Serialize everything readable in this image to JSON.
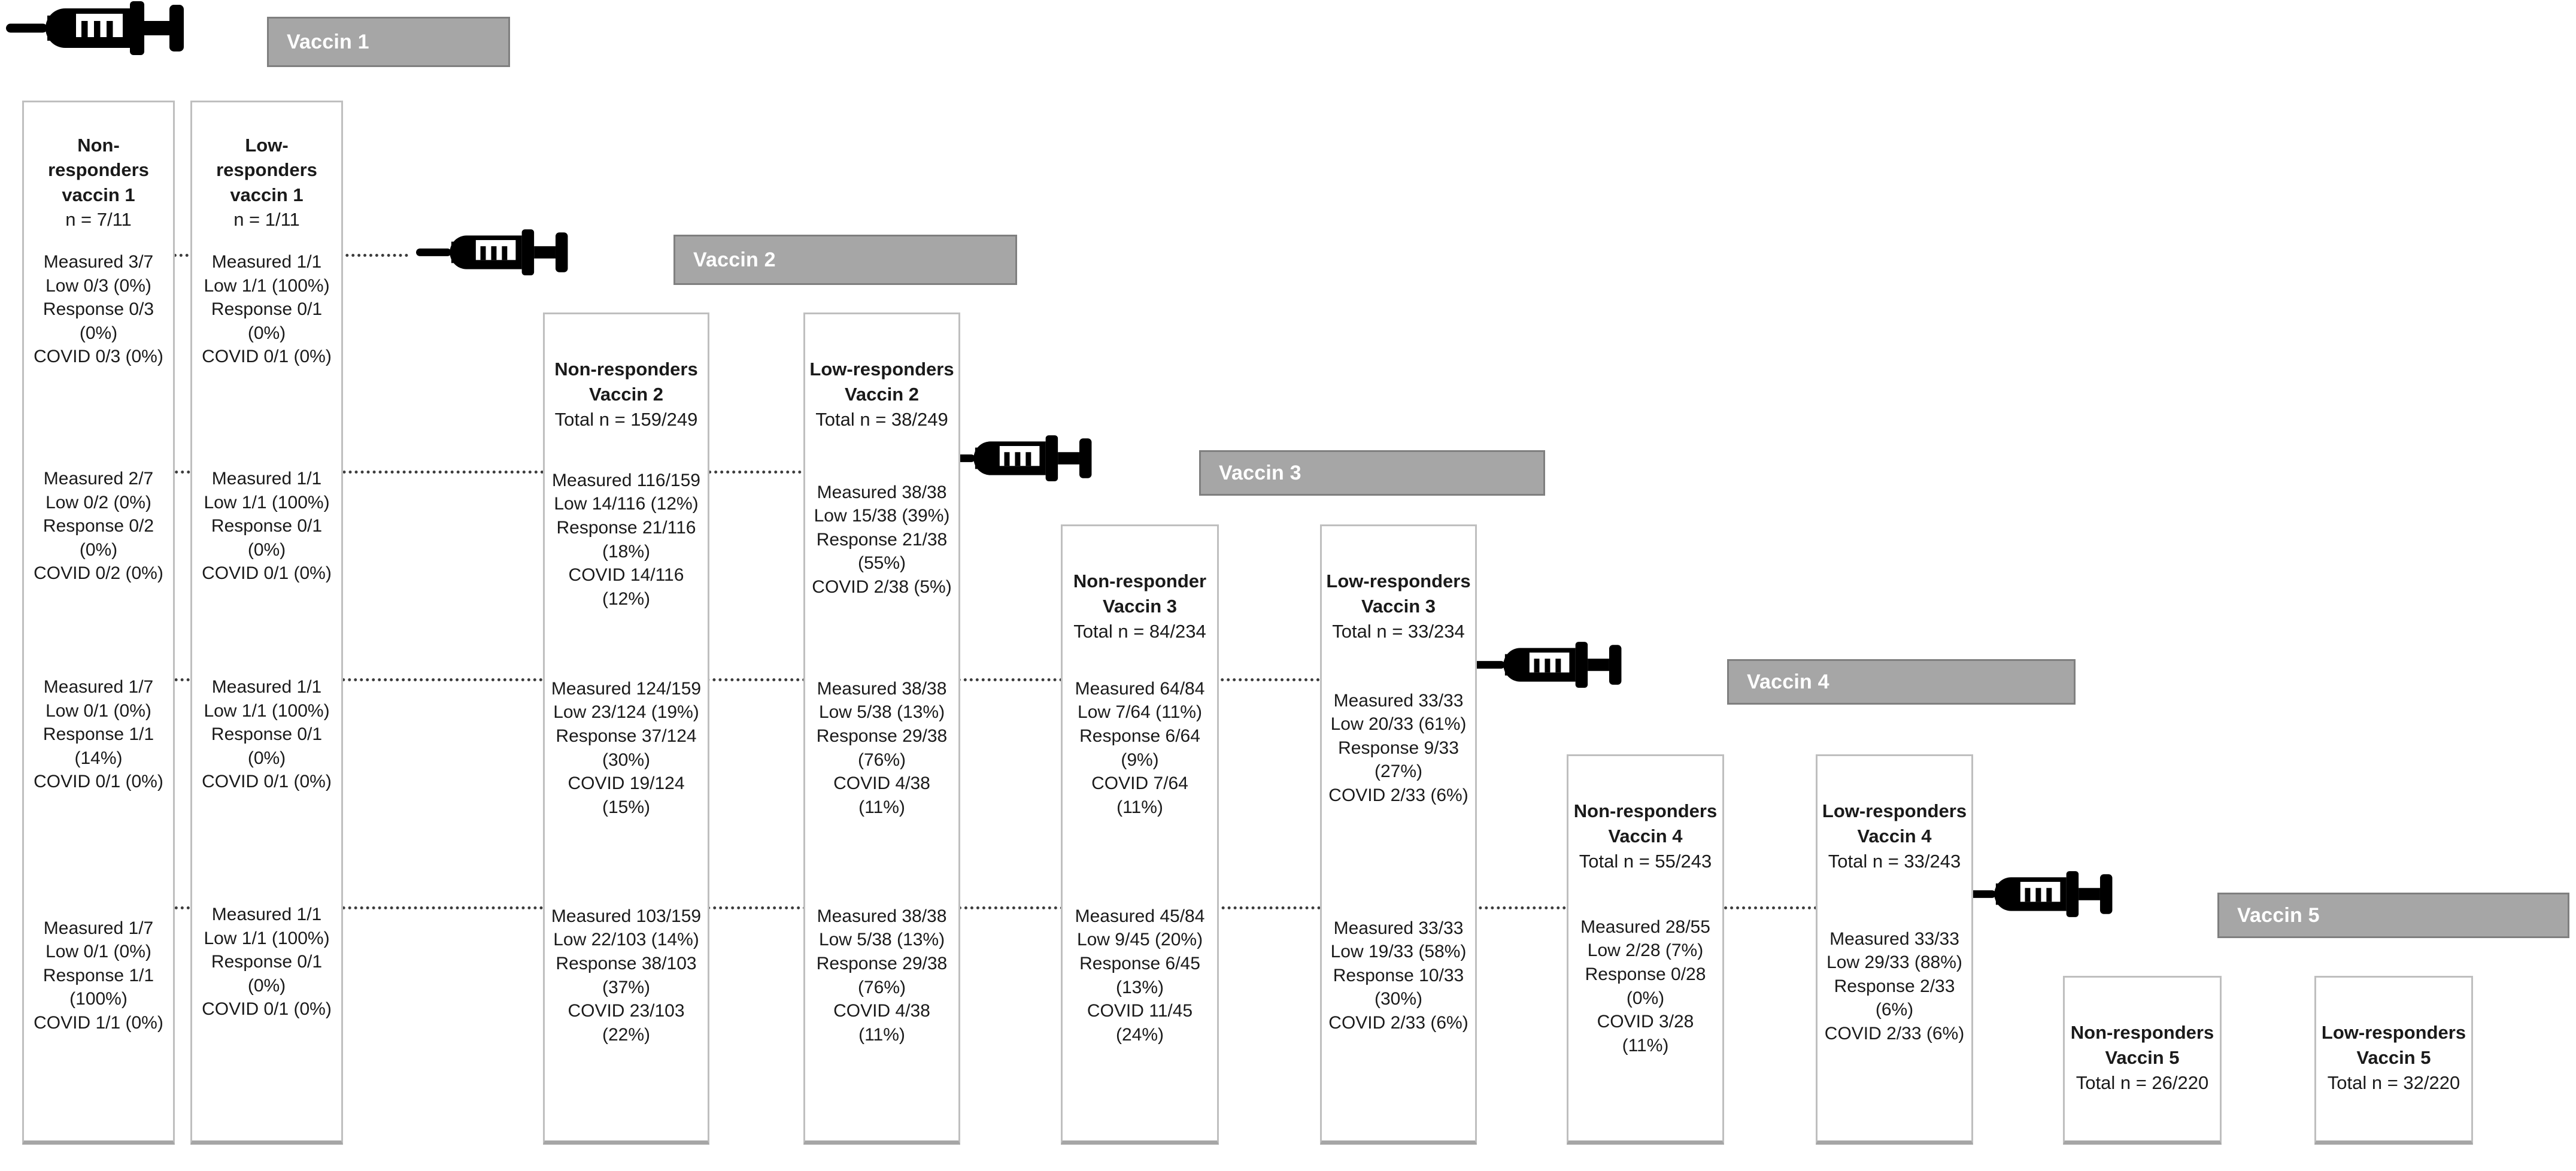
{
  "figure": {
    "type": "flow-diagram",
    "description": "Vaccination response flow diagram across five vaccine doses"
  },
  "colors": {
    "banner_fill": "#a6a6a6",
    "banner_border": "#7f7f7f",
    "banner_text": "#ffffff",
    "box_border": "#bfbfbf",
    "box_shadow": "#a6a6a6",
    "text": "#1a1a1a",
    "dotted_line": "#3c3c3c",
    "syringe": "#000000"
  },
  "banners": [
    {
      "label": "Vaccin 1",
      "icon": "syringe-icon"
    },
    {
      "label": "Vaccin 2",
      "icon": "syringe-icon"
    },
    {
      "label": "Vaccin 3",
      "icon": "syringe-icon"
    },
    {
      "label": "Vaccin 4",
      "icon": "syringe-icon"
    },
    {
      "label": "Vaccin 5",
      "icon": "syringe-icon"
    }
  ],
  "columns": [
    {
      "id": "non-responders-vaccin-1",
      "header": {
        "title": "Non-responders\nvaccin 1",
        "total": "n = 7/11"
      },
      "cells": [
        "Measured 3/7\nLow 0/3 (0%)\nResponse 0/3 (0%)\nCOVID 0/3 (0%)",
        "Measured 2/7\nLow 0/2 (0%)\nResponse 0/2 (0%)\nCOVID 0/2 (0%)",
        "Measured 1/7\nLow 0/1 (0%)\nResponse 1/1 (14%)\nCOVID 0/1 (0%)",
        "Measured 1/7\nLow 0/1 (0%)\nResponse 1/1\n(100%)\nCOVID 1/1 (0%)"
      ]
    },
    {
      "id": "low-responders-vaccin-1",
      "header": {
        "title": "Low-responders\nvaccin 1",
        "total": "n = 1/11"
      },
      "cells": [
        "Measured 1/1\nLow 1/1 (100%)\nResponse 0/1 (0%)\nCOVID 0/1 (0%)",
        "Measured 1/1\nLow 1/1 (100%)\nResponse 0/1 (0%)\nCOVID 0/1 (0%)",
        "Measured 1/1\nLow 1/1 (100%)\nResponse 0/1 (0%)\nCOVID 0/1 (0%)",
        "Measured 1/1\nLow 1/1 (100%)\nResponse 0/1 (0%)\nCOVID 0/1 (0%)"
      ]
    },
    {
      "id": "non-responders-vaccin-2",
      "header": {
        "title": "Non-responders\nVaccin 2",
        "total": "Total n = 159/249"
      },
      "cells": [
        "Measured 116/159\nLow 14/116 (12%)\nResponse 21/116\n(18%)\nCOVID 14/116 (12%)",
        "Measured 124/159\nLow 23/124 (19%)\nResponse 37/124\n(30%)\nCOVID 19/124 (15%)",
        "Measured 103/159\nLow 22/103 (14%)\nResponse 38/103\n(37%)\nCOVID 23/103 (22%)"
      ]
    },
    {
      "id": "low-responders-vaccin-2",
      "header": {
        "title": "Low-responders\nVaccin 2",
        "total": "Total n = 38/249"
      },
      "cells": [
        "Measured 38/38\nLow 15/38 (39%)\nResponse 21/38\n(55%)\nCOVID 2/38 (5%)",
        "Measured 38/38\nLow 5/38 (13%)\nResponse 29/38\n(76%)\nCOVID 4/38 (11%)",
        "Measured 38/38\nLow 5/38 (13%)\nResponse 29/38\n(76%)\nCOVID 4/38 (11%)"
      ]
    },
    {
      "id": "non-responder-vaccin-3",
      "header": {
        "title": "Non-responder\nVaccin 3",
        "total": "Total n = 84/234"
      },
      "cells": [
        "Measured 64/84\nLow  7/64 (11%)\nResponse 6/64 (9%)\nCOVID 7/64 (11%)",
        "Measured 45/84\nLow  9/45 (20%)\nResponse 6/45\n(13%)\nCOVID 11/45 (24%)"
      ]
    },
    {
      "id": "low-responders-vaccin-3",
      "header": {
        "title": "Low-responders\nVaccin 3",
        "total": "Total n = 33/234"
      },
      "cells": [
        "Measured 33/33\nLow  20/33 (61%)\nResponse 9/33\n(27%)\nCOVID 2/33 (6%)",
        "Measured 33/33\nLow  19/33 (58%)\nResponse 10/33\n(30%)\nCOVID 2/33 (6%)"
      ]
    },
    {
      "id": "non-responders-vaccin-4",
      "header": {
        "title": "Non-responders\nVaccin 4",
        "total": "Total n = 55/243"
      },
      "cells": [
        "Measured 28/55\nLow 2/28 (7%)\nResponse 0/28 (0%)\nCOVID 3/28 (11%)"
      ]
    },
    {
      "id": "low-responders-vaccin-4",
      "header": {
        "title": "Low-responders\nVaccin 4",
        "total": "Total n = 33/243"
      },
      "cells": [
        "Measured 33/33\nLow 29/33 (88%)\nResponse 2/33 (6%)\nCOVID 2/33 (6%)"
      ]
    },
    {
      "id": "non-responders-vaccin-5",
      "header": {
        "title": "Non-responders\nVaccin 5",
        "total": "Total n =  26/220"
      },
      "cells": []
    },
    {
      "id": "low-responders-vaccin-5",
      "header": {
        "title": "Low-responders\nVaccin 5",
        "total": "Total n = 32/220"
      },
      "cells": []
    }
  ]
}
